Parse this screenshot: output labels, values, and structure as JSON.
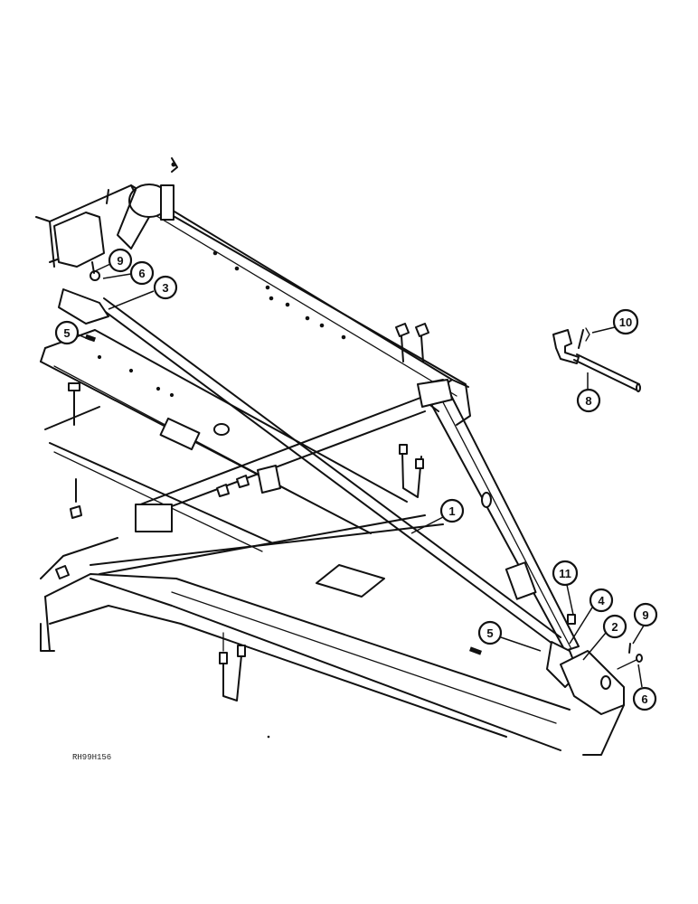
{
  "figure_ref": "RH99H156",
  "callouts": [
    {
      "id": "c1",
      "label": "1"
    },
    {
      "id": "c2",
      "label": "2"
    },
    {
      "id": "c3",
      "label": "3"
    },
    {
      "id": "c4",
      "label": "4"
    },
    {
      "id": "c5a",
      "label": "5"
    },
    {
      "id": "c5b",
      "label": "5"
    },
    {
      "id": "c6a",
      "label": "6"
    },
    {
      "id": "c6b",
      "label": "6"
    },
    {
      "id": "c8",
      "label": "8"
    },
    {
      "id": "c9a",
      "label": "9"
    },
    {
      "id": "c9b",
      "label": "9"
    },
    {
      "id": "c10",
      "label": "10"
    },
    {
      "id": "c11",
      "label": "11"
    }
  ]
}
